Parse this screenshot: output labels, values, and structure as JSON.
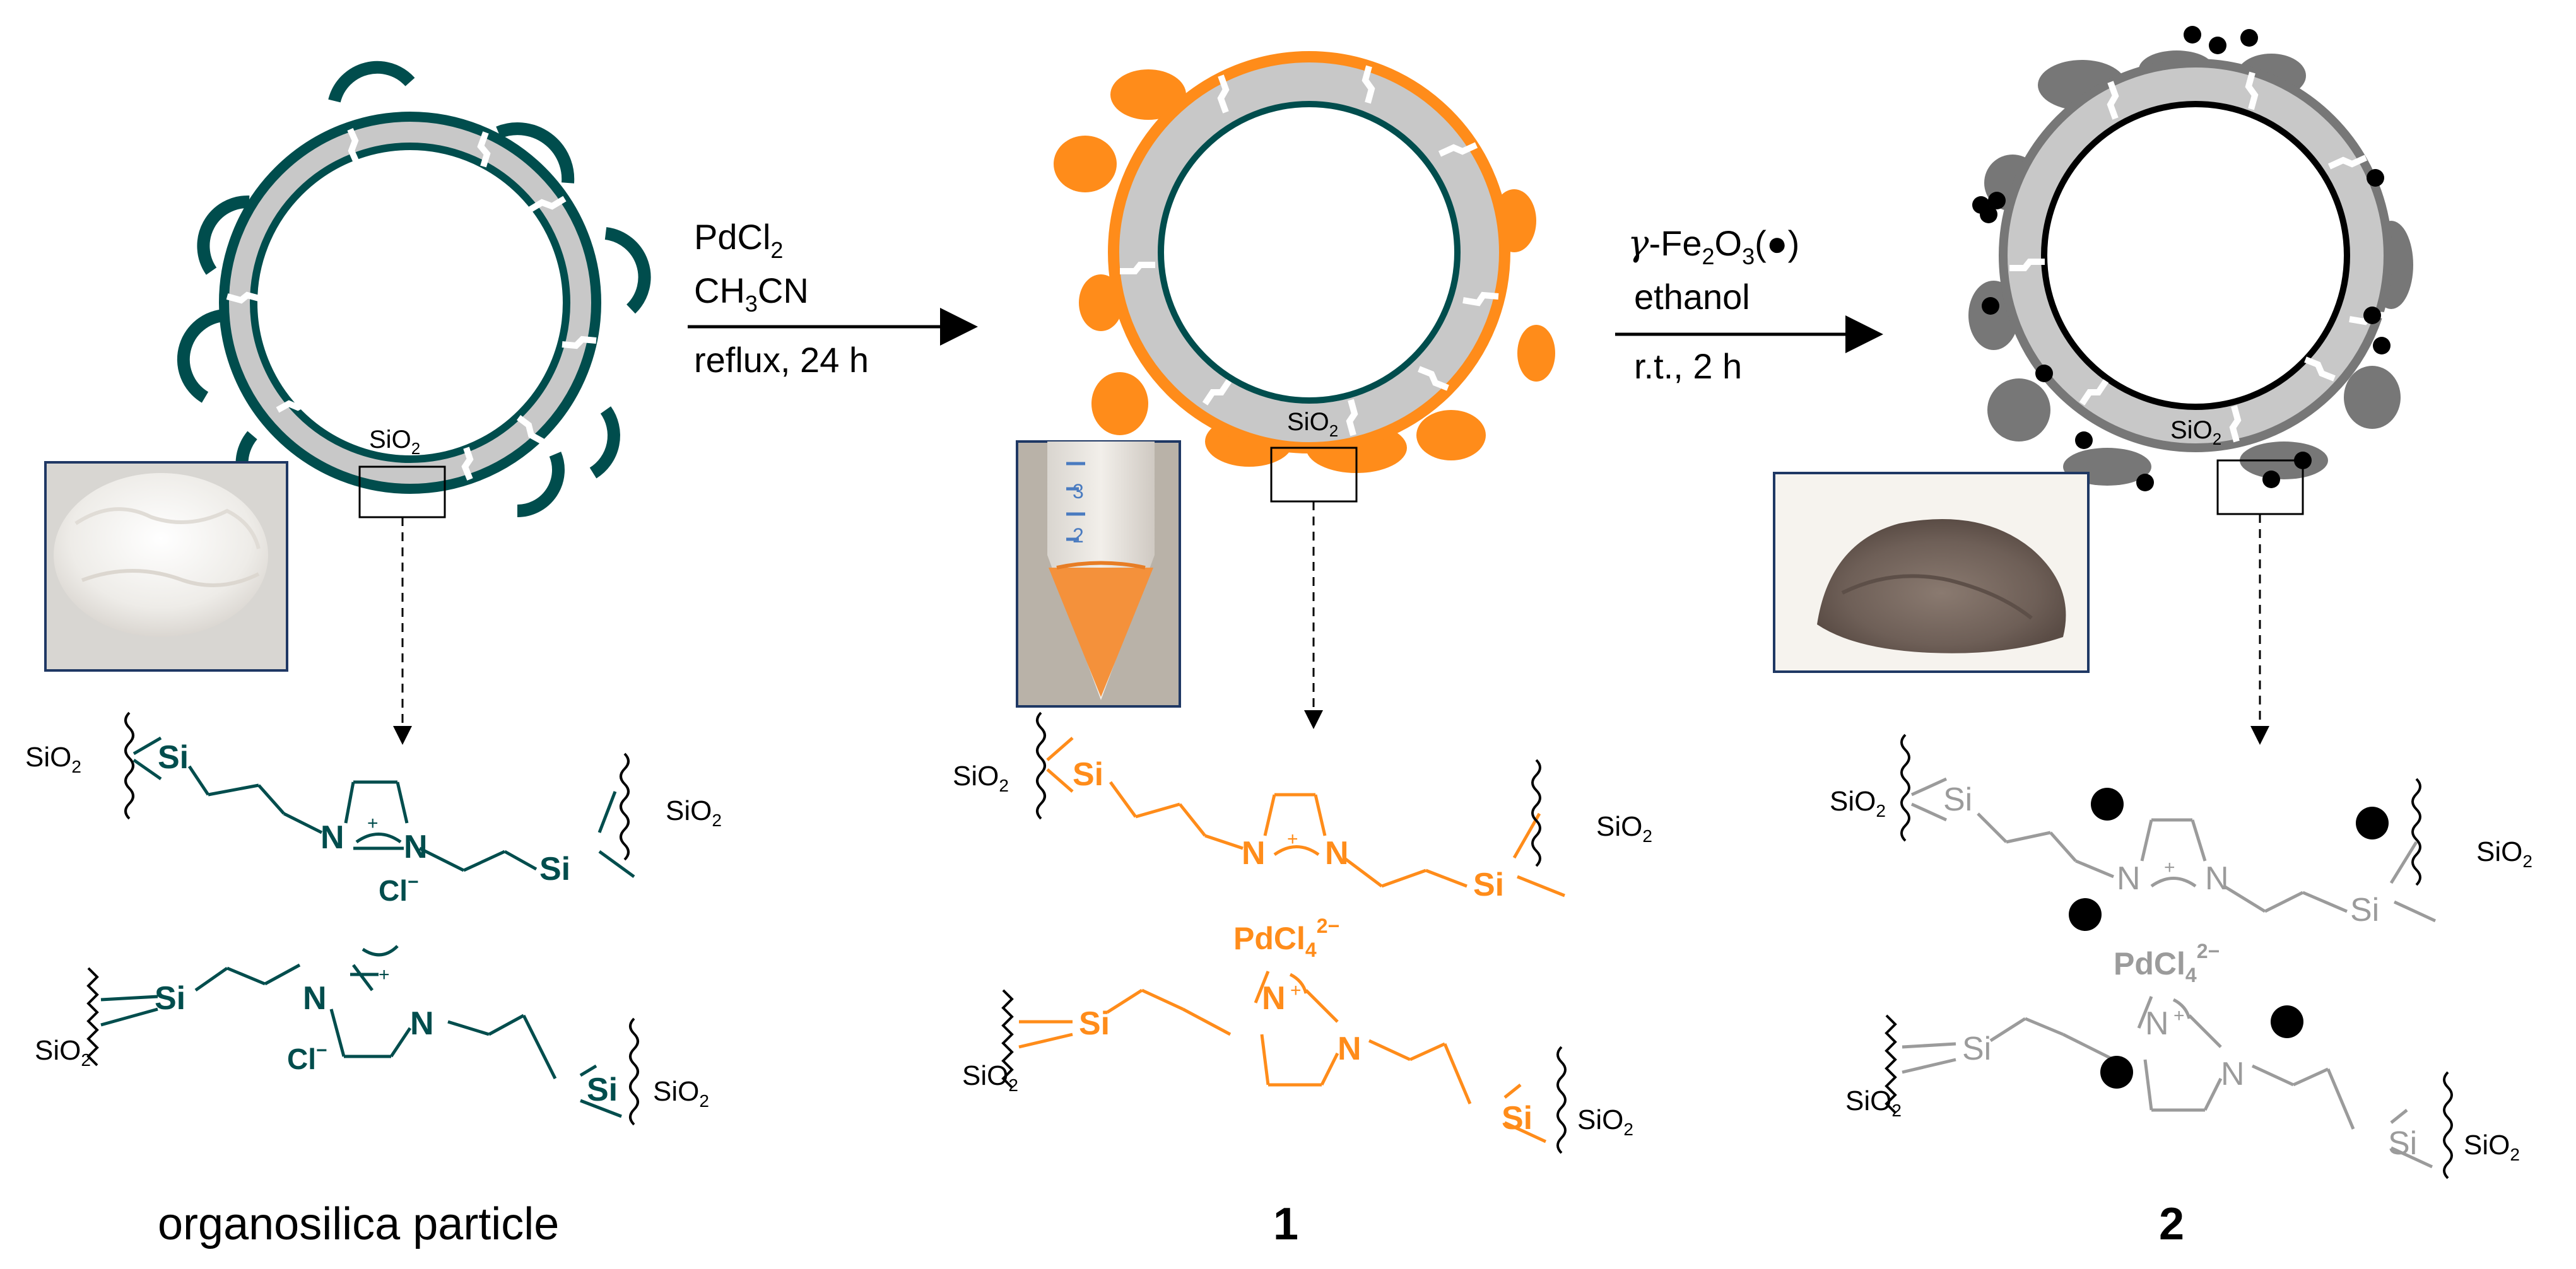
{
  "colors": {
    "teal": "#004d4d",
    "orange": "#ff8c1a",
    "gray_struct": "#9b9b9b",
    "ring_fill": "#c8c8c8",
    "black": "#000000",
    "dark_gray_bumps": "#777777"
  },
  "reagents1": {
    "line1_main": "PdCl",
    "line1_sub": "2",
    "line2_a": "CH",
    "line2_sub": "3",
    "line2_b": "CN",
    "below": "reflux, 24 h"
  },
  "reagents2": {
    "greek": "γ",
    "a": "-Fe",
    "sub1": "2",
    "b": "O",
    "sub2": "3",
    "c": "(●)",
    "line2": "ethanol",
    "below": "r.t., 2 h"
  },
  "silica": {
    "main": "SiO",
    "sub": "2"
  },
  "si": "Si",
  "n": "N",
  "plus": "+",
  "chloride": {
    "main": "Cl",
    "sup": "−"
  },
  "pdcl4": {
    "main": "PdCl",
    "sub": "4",
    "sup": "2−"
  },
  "labels": {
    "particle0": "organosilica particle",
    "particle1": "1",
    "particle2": "2"
  },
  "tube_ticks": [
    "3",
    "2"
  ],
  "icons": [
    "white-powder-photo",
    "orange-vial-photo",
    "brown-powder-photo"
  ]
}
